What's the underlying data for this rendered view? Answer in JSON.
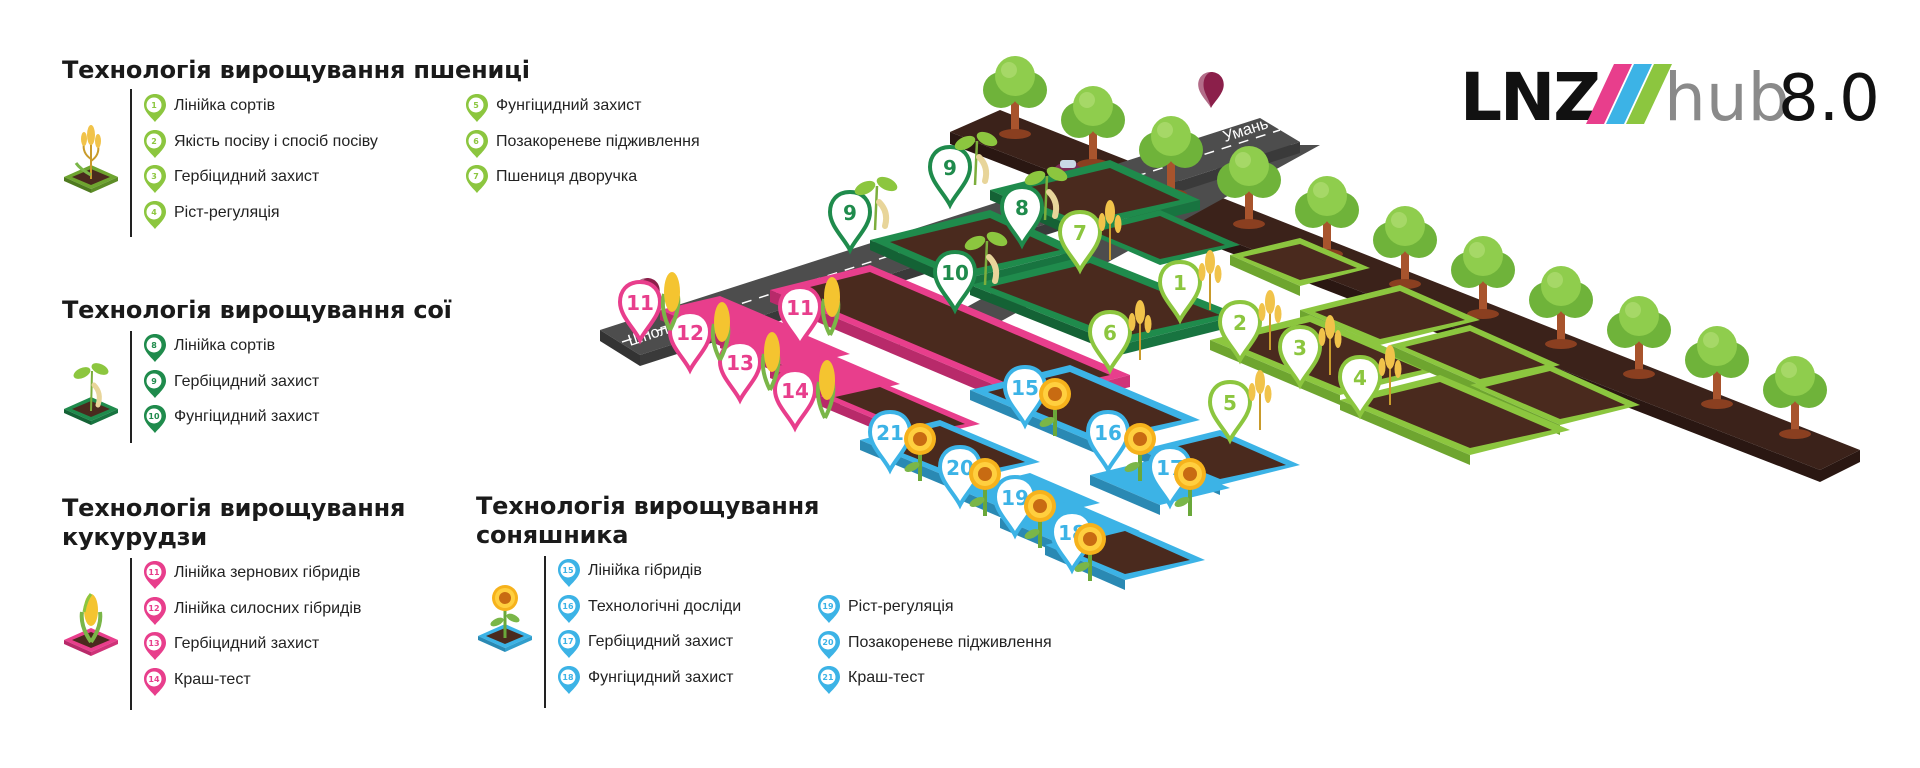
{
  "colors": {
    "wheat": "#8cc63f",
    "soy": "#1f8b4c",
    "corn": "#e83e8c",
    "sunflower": "#3cb3e6",
    "soil": "#4a2a1e",
    "road": "#4d4d4d"
  },
  "logo": {
    "brand": "LNZ",
    "sub": "hub",
    "version": "8.0"
  },
  "sections": {
    "wheat": {
      "title": "Технологія вирощування пшениці",
      "col1": [
        {
          "num": "1",
          "label": "Лінійка сортів"
        },
        {
          "num": "2",
          "label": "Якість посіву і спосіб посіву"
        },
        {
          "num": "3",
          "label": "Гербіцидний захист"
        },
        {
          "num": "4",
          "label": "Ріст-регуляція"
        }
      ],
      "col2": [
        {
          "num": "5",
          "label": "Фунгіцидний захист"
        },
        {
          "num": "6",
          "label": "Позакореневе підживлення"
        },
        {
          "num": "7",
          "label": "Пшениця дворучка"
        }
      ]
    },
    "soy": {
      "title": "Технологія вирощування сої",
      "col1": [
        {
          "num": "8",
          "label": "Лінійка сортів"
        },
        {
          "num": "9",
          "label": "Гербіцидний захист"
        },
        {
          "num": "10",
          "label": "Фунгіцидний захист"
        }
      ]
    },
    "corn": {
      "title_line1": "Технологія вирощування",
      "title_line2": "кукурудзи",
      "col1": [
        {
          "num": "11",
          "label": "Лінійка зернових гібридів"
        },
        {
          "num": "12",
          "label": "Лінійка силосних гібридів"
        },
        {
          "num": "13",
          "label": "Гербіцидний захист"
        },
        {
          "num": "14",
          "label": "Краш-тест"
        }
      ]
    },
    "sunflower": {
      "title_line1": "Технологія вирощування",
      "title_line2": "соняшника",
      "col1": [
        {
          "num": "15",
          "label": "Лінійка гібридів"
        },
        {
          "num": "16",
          "label": "Технологічні досліди"
        },
        {
          "num": "17",
          "label": "Гербіцидний захист"
        },
        {
          "num": "18",
          "label": "Фунгіцидний захист"
        }
      ],
      "col2": [
        {
          "num": "19",
          "label": "Ріст-регуляція"
        },
        {
          "num": "20",
          "label": "Позакореневе підживлення"
        },
        {
          "num": "21",
          "label": "Краш-тест"
        }
      ]
    }
  },
  "map": {
    "road_start": "Шпола",
    "road_end": "Умань",
    "plots": {
      "p1": "1",
      "p2": "2",
      "p3": "3",
      "p4": "4",
      "p5": "5",
      "p6": "6",
      "p7": "7",
      "p8": "8",
      "p9a": "9",
      "p9b": "9",
      "p10": "10",
      "p11a": "11",
      "p11b": "11",
      "p12": "12",
      "p13": "13",
      "p14": "14",
      "p15": "15",
      "p16": "16",
      "p17": "17",
      "p18": "18",
      "p19": "19",
      "p20": "20",
      "p21": "21"
    }
  }
}
